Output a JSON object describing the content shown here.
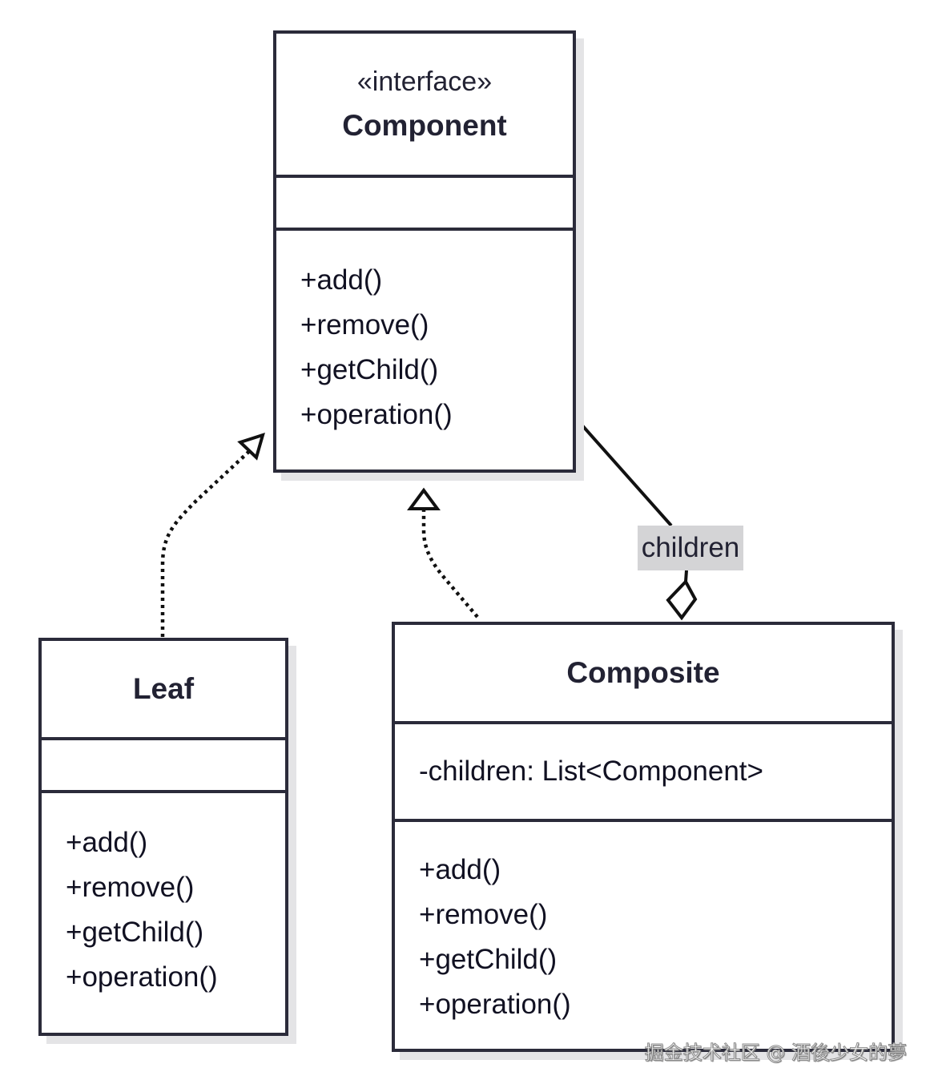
{
  "component": {
    "stereotype": "«interface»",
    "name": "Component",
    "attributes": [],
    "methods": [
      "+add()",
      "+remove()",
      "+getChild()",
      "+operation()"
    ]
  },
  "leaf": {
    "name": "Leaf",
    "attributes": [],
    "methods": [
      "+add()",
      "+remove()",
      "+getChild()",
      "+operation()"
    ]
  },
  "composite": {
    "name": "Composite",
    "attributes": [
      "-children: List<Component>"
    ],
    "methods": [
      "+add()",
      "+remove()",
      "+getChild()",
      "+operation()"
    ]
  },
  "relations": {
    "aggregation_label": "children"
  },
  "watermark": "掘金技术社区 @ 酒後少女的夢"
}
